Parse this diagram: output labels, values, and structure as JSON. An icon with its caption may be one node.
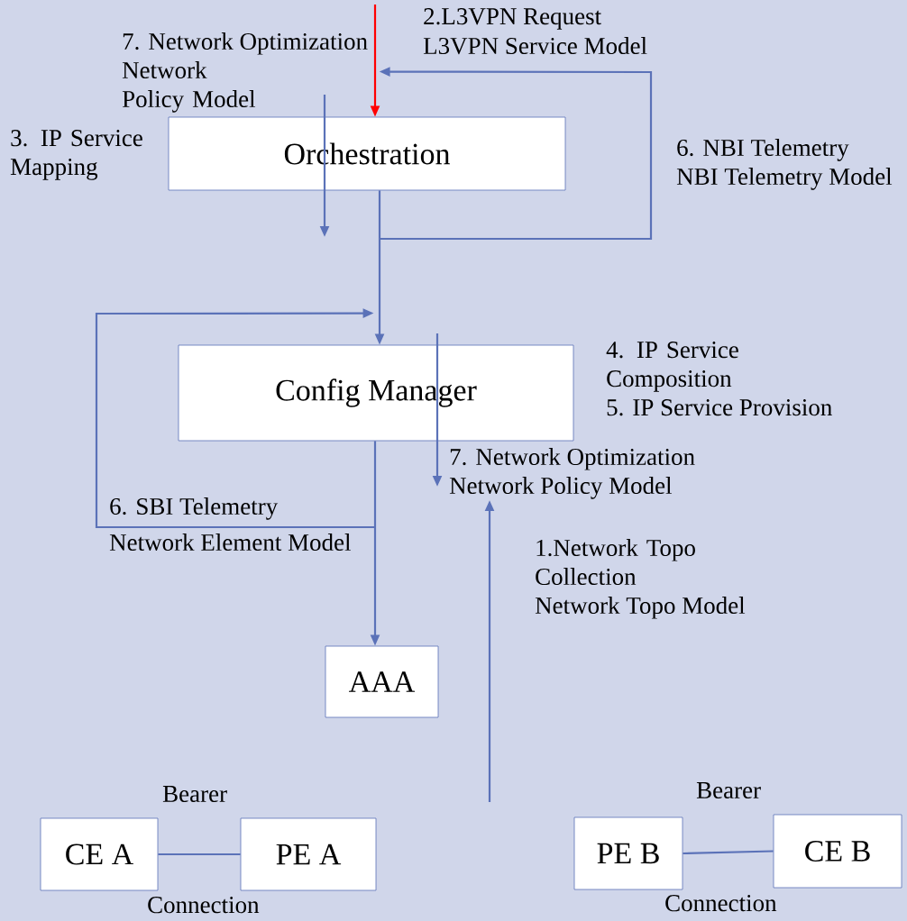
{
  "diagram": {
    "nodes": [
      {
        "text": [
          "Orchestration"
        ]
      },
      {
        "text": [
          "Config Manager"
        ]
      },
      {
        "text": [
          "AAA"
        ]
      },
      {
        "text": [
          "CE A"
        ]
      },
      {
        "text": [
          "PE A"
        ]
      },
      {
        "text": [
          "PE B"
        ]
      },
      {
        "text": [
          "CE B"
        ]
      }
    ],
    "edges": [
      {
        "from": null,
        "to": 0,
        "arrow": "to",
        "color": "#ff0000"
      },
      {
        "from": 0,
        "to": 1,
        "arrow": "to"
      },
      {
        "from": null,
        "to": 0,
        "arrow": "to"
      },
      {
        "from": null,
        "to": 1,
        "arrow": "to"
      },
      {
        "from": 1,
        "to": 2,
        "arrow": "to"
      },
      {
        "from": 3,
        "to": 4,
        "arrow": "none"
      },
      {
        "from": 5,
        "to": 6,
        "arrow": "none"
      }
    ],
    "labels": [
      "2.L3VPN Request",
      "L3VPN Service Model",
      "7. Network Optimization",
      "Network Policy Model",
      "3. IP Service Mapping",
      "6. NBI Telemetry",
      "NBI Telemetry Model",
      "4. IP Service Composition",
      "5. IP Service Provision",
      "7. Network Optimization",
      "Network Policy Model",
      "6. SBI Telemetry",
      "Network Element Model",
      "1.Network Topo Collection",
      "Network Topo Model",
      "Bearer",
      "Connection",
      "Bearer",
      "Connection"
    ]
  }
}
